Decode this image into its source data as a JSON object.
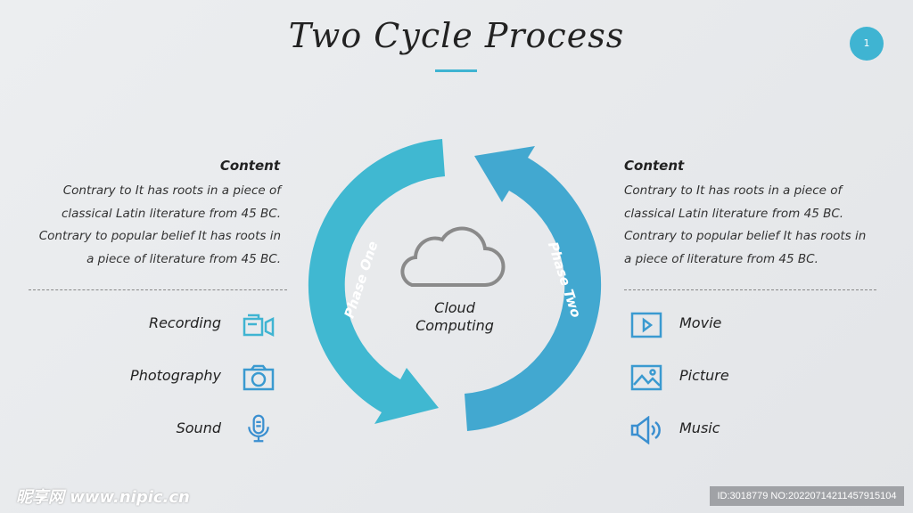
{
  "title": "Two Cycle Process",
  "page_number": "1",
  "left": {
    "heading": "Content",
    "body": "Contrary to It has roots in a piece of classical Latin literature from 45 BC. Contrary to popular belief It has roots in a piece of literature from 45 BC.",
    "items": [
      {
        "label": "Recording",
        "icon": "video-camera-icon"
      },
      {
        "label": "Photography",
        "icon": "camera-icon"
      },
      {
        "label": "Sound",
        "icon": "microphone-icon"
      }
    ]
  },
  "right": {
    "heading": "Content",
    "body": "Contrary to It has roots in a piece of classical Latin literature from 45 BC. Contrary to popular belief It has roots in a piece of literature from 45 BC.",
    "items": [
      {
        "label": "Movie",
        "icon": "play-icon"
      },
      {
        "label": "Picture",
        "icon": "picture-icon"
      },
      {
        "label": "Music",
        "icon": "speaker-icon"
      }
    ]
  },
  "cycle": {
    "phase_one": "Phase One",
    "phase_two": "Phase Two",
    "center_line1": "Cloud",
    "center_line2": "Computing"
  },
  "colors": {
    "accent": "#3fb4d2",
    "arc_left": "#40b8d1",
    "arc_right": "#42a8d0",
    "icon": "#3a8fd0"
  },
  "watermark": "昵享网 www.nipic.cn",
  "image_id": "ID:3018779 NO:20220714211457915104"
}
